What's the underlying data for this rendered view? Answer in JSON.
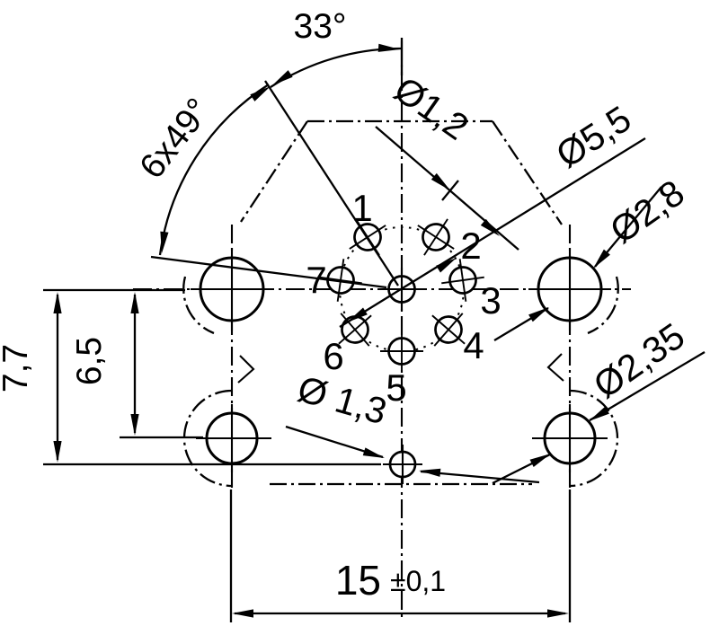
{
  "diagram": {
    "type": "technical-drawing-connector-panel",
    "dimensions": {
      "angle_offset": "33°",
      "angle_pitch": "6x49°",
      "pin_hole_diameter": "Ø1,2",
      "pitch_circle_diameter": "Ø5,5",
      "upper_mount_hole_diameter": "Ø2,8",
      "lower_mount_hole_diameter": "Ø2,35",
      "index_hole_diameter": "Ø 1,3",
      "height_total": "7,7",
      "hole_row_spacing": "6,5",
      "hole_column_spacing": "15",
      "hole_column_tolerance": "±0,1"
    },
    "pins": {
      "p1": "1",
      "p2": "2",
      "p3": "3",
      "p4": "4",
      "p5": "5",
      "p6": "6",
      "p7": "7"
    }
  }
}
